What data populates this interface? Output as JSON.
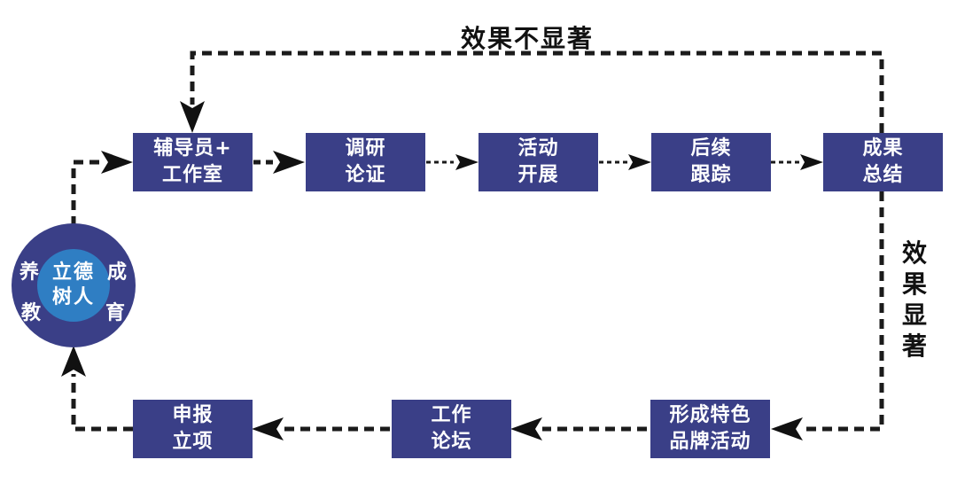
{
  "colors": {
    "box": "#3a3f87",
    "circle_outer": "#3a3f87",
    "circle_inner": "#2f7ec3",
    "line": "#1b1b1b"
  },
  "flow": {
    "boxes": [
      {
        "id": "b1",
        "line1": "辅导员+",
        "line2": "工作室"
      },
      {
        "id": "b2",
        "line1": "调研",
        "line2": "论证"
      },
      {
        "id": "b3",
        "line1": "活动",
        "line2": "开展"
      },
      {
        "id": "b4",
        "line1": "后续",
        "line2": "跟踪"
      },
      {
        "id": "b5",
        "line1": "成果",
        "line2": "总结"
      },
      {
        "id": "b6",
        "line1": "形成特色",
        "line2": "品牌活动"
      },
      {
        "id": "b7",
        "line1": "工作",
        "line2": "论坛"
      },
      {
        "id": "b8",
        "line1": "申报",
        "line2": "立项"
      }
    ],
    "label_not_significant": "效果不显著",
    "label_significant": [
      "效",
      "果",
      "显",
      "著"
    ]
  },
  "circle": {
    "core_line1": "立德",
    "core_line2": "树人",
    "ring_top_left": "养",
    "ring_bottom_left": "教",
    "ring_top_right": "成",
    "ring_bottom_right": "育"
  }
}
